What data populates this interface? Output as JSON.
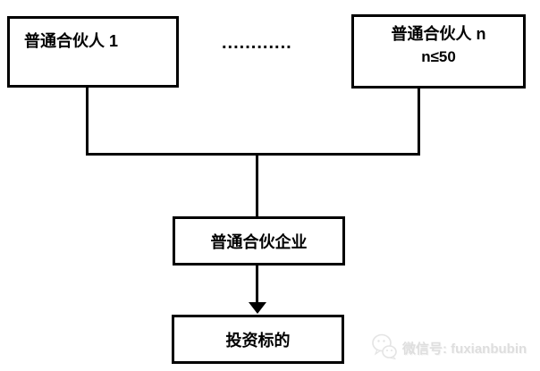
{
  "diagram": {
    "gp1": {
      "label": "普通合伙人 1"
    },
    "ellipsis": "............",
    "gpn": {
      "label": "普通合伙人 n",
      "constraint": "n≤50"
    },
    "partnership": {
      "label": "普通合伙企业"
    },
    "target": {
      "label": "投资标的"
    }
  },
  "watermark": {
    "text": "微信号: fuxianbubin",
    "icon": "wechat-icon"
  },
  "colors": {
    "line": "#000000",
    "background": "#ffffff",
    "watermark_text": "#dedede"
  }
}
